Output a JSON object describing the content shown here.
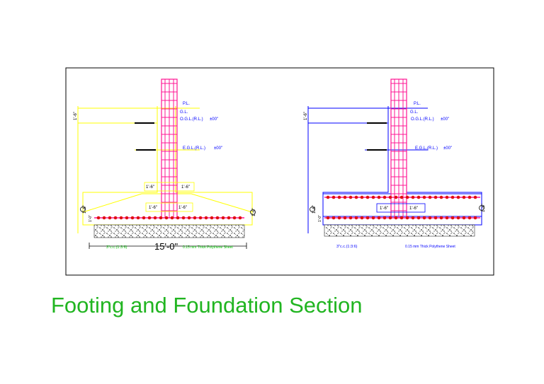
{
  "caption": "Footing and Foundation Section",
  "colors": {
    "caption": "#21b521",
    "frame": "#000000",
    "column": "#ff1493",
    "left_outline": "#ffff00",
    "right_outline": "#0000ff",
    "rebar": "#e01010",
    "text": "#0000ff",
    "dim": "#00bf00"
  },
  "left": {
    "level_top": "P.L.",
    "level_gl": "G.L.",
    "level_ogl": "O.G.L.(R.L.)",
    "level_ogl_value": "±00\"",
    "level_egl": "E.G.L.(R.L.)",
    "level_egl_value": "±00\"",
    "dim_vert_top": "1'-6\"",
    "dim_pedestal_left": "1'-6\"",
    "dim_pedestal_right": "1'-6\"",
    "dim_base_left": "1'-6\"",
    "dim_base_right": "1'-6\"",
    "dim_side_left": "1'-6\"",
    "dim_side_right": "1'-6\"",
    "dim_side_small": "1'-0\"",
    "note_pcc": "3\"c.c.(1:3:6)",
    "dim_width": "15'-0\"",
    "note_sheet": "0.15 mm Thick Polythene Sheet"
  },
  "right": {
    "level_top": "P.L.",
    "level_gl": "G.L.",
    "level_ogl": "O.G.L.(R.L.)",
    "level_ogl_value": "±00\"",
    "level_egl": "E.G.L.(R.L.)",
    "level_egl_value": "±00\"",
    "dim_vert_top": "1'-6\"",
    "dim_base_left": "1'-6\"",
    "dim_base_right": "1'-6\"",
    "dim_side_left": "1'-6\"",
    "dim_side_right": "1'-6\"",
    "dim_side_small": "1'-0\"",
    "note_pcc": "3\"c.c.(1:3:6)",
    "note_sheet": "0.15 mm Thick Polythene Sheet"
  }
}
